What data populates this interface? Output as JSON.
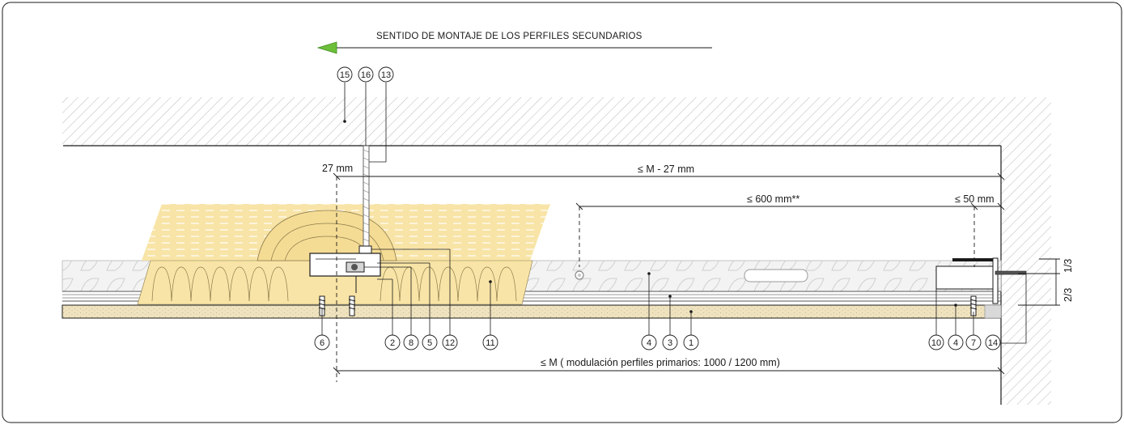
{
  "header": {
    "direction_label": "SENTIDO DE MONTAJE DE LOS PERFILES SECUNDARIOS"
  },
  "dimensions": {
    "offset_27": "27 mm",
    "m_minus_27": "≤ M - 27 mm",
    "max_600": "≤ 600 mm**",
    "max_50": "≤ 50 mm",
    "modulation": "≤ M ( modulación perfiles primarios: 1000 / 1200 mm)",
    "one_third": "1/3",
    "two_thirds": "2/3"
  },
  "callouts": {
    "c15": "15",
    "c16": "16",
    "c13": "13",
    "c6": "6",
    "c2": "2",
    "c8": "8",
    "c5": "5",
    "c12": "12",
    "c11": "11",
    "c4a": "4",
    "c3": "3",
    "c1": "1",
    "c10": "10",
    "c4b": "4",
    "c7": "7",
    "c14": "14"
  },
  "colors": {
    "arrow": "#6dbf3a",
    "insulation": "#f8e4a6",
    "board": "#efe3bf",
    "line": "#1a1a1a"
  }
}
